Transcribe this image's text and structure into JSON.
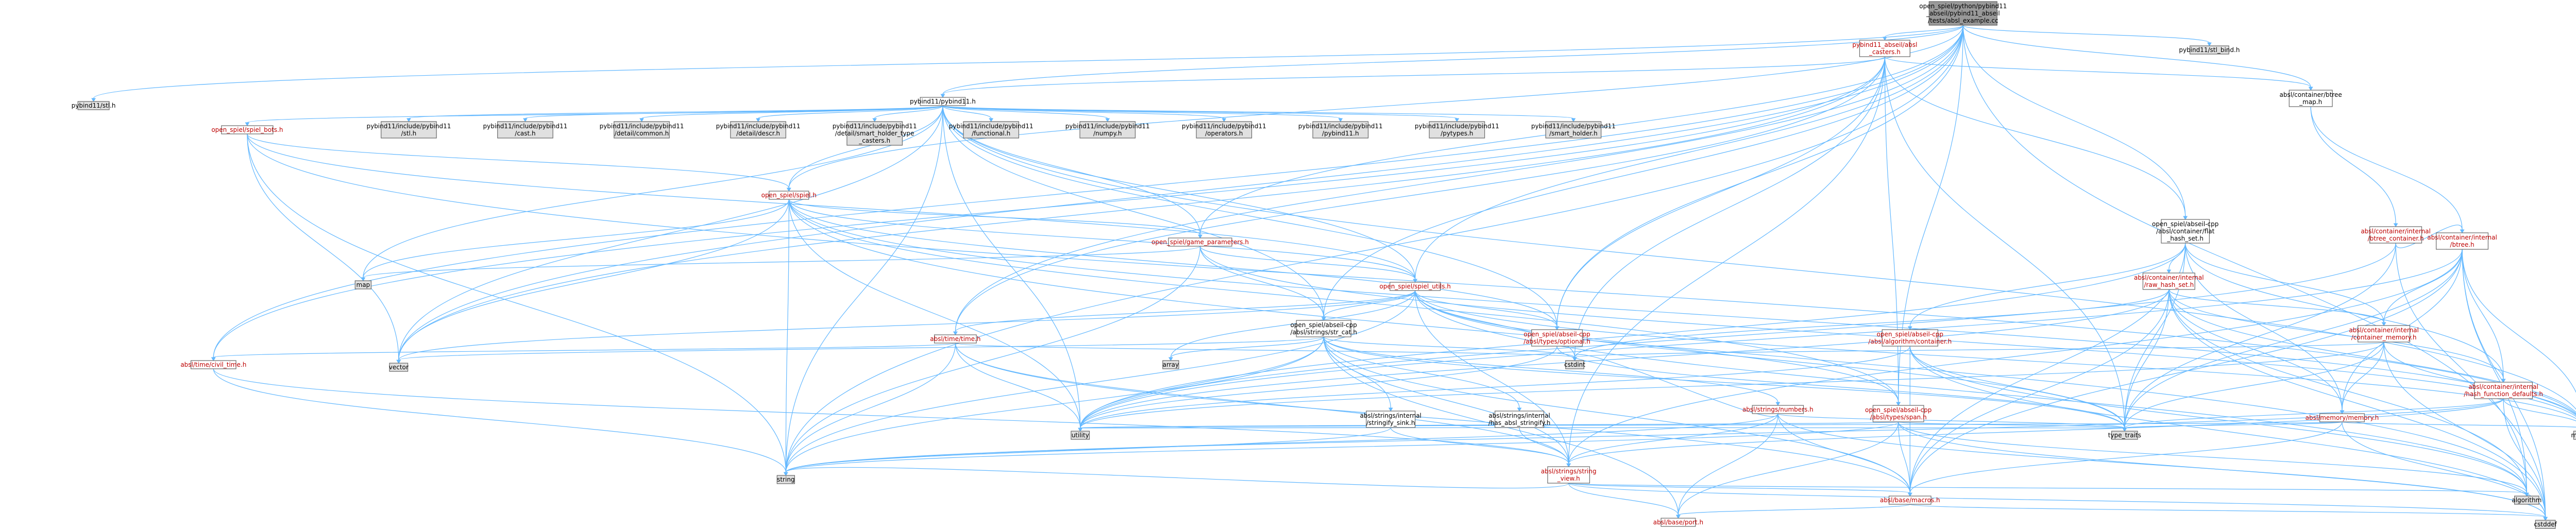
{
  "colors": {
    "edge": "#63b8ff",
    "root_fill": "#999999",
    "gray_fill": "#e0e0e0",
    "white_fill": "#ffffff",
    "red_text": "#bd0000",
    "border": "#666666"
  },
  "nodes": [
    {
      "id": "root",
      "lines": [
        "open_spiel/python/pybind11",
        "_abseil/pybind11_abseil",
        "/tests/absl_example.cc"
      ],
      "style": "root"
    },
    {
      "id": "pb_abseil_casters",
      "lines": [
        "pybind11_abseil/absl",
        "_casters.h"
      ],
      "style": "red"
    },
    {
      "id": "pb_stl_bind",
      "lines": [
        "pybind11/stl_bind.h"
      ],
      "style": "gray"
    },
    {
      "id": "pb_stl",
      "lines": [
        "pybind11/stl.h"
      ],
      "style": "gray"
    },
    {
      "id": "pb_pybind11",
      "lines": [
        "pybind11/pybind11.h"
      ],
      "style": "white"
    },
    {
      "id": "btree_map",
      "lines": [
        "absl/container/btree",
        "_map.h"
      ],
      "style": "white"
    },
    {
      "id": "spiel_bots",
      "lines": [
        "open_spiel/spiel_bots.h"
      ],
      "style": "red"
    },
    {
      "id": "inc_stl",
      "lines": [
        "pybind11/include/pybind11",
        "/stl.h"
      ],
      "style": "gray"
    },
    {
      "id": "inc_cast",
      "lines": [
        "pybind11/include/pybind11",
        "/cast.h"
      ],
      "style": "gray"
    },
    {
      "id": "inc_detail_common",
      "lines": [
        "pybind11/include/pybind11",
        "/detail/common.h"
      ],
      "style": "gray"
    },
    {
      "id": "inc_detail_descr",
      "lines": [
        "pybind11/include/pybind11",
        "/detail/descr.h"
      ],
      "style": "gray"
    },
    {
      "id": "inc_smart_caster",
      "lines": [
        "pybind11/include/pybind11",
        "/detail/smart_holder_type",
        "_casters.h"
      ],
      "style": "gray"
    },
    {
      "id": "inc_functional",
      "lines": [
        "pybind11/include/pybind11",
        "/functional.h"
      ],
      "style": "gray"
    },
    {
      "id": "inc_numpy",
      "lines": [
        "pybind11/include/pybind11",
        "/numpy.h"
      ],
      "style": "gray"
    },
    {
      "id": "inc_operators",
      "lines": [
        "pybind11/include/pybind11",
        "/operators.h"
      ],
      "style": "gray"
    },
    {
      "id": "inc_pybind11",
      "lines": [
        "pybind11/include/pybind11",
        "/pybind11.h"
      ],
      "style": "gray"
    },
    {
      "id": "inc_pytypes",
      "lines": [
        "pybind11/include/pybind11",
        "/pytypes.h"
      ],
      "style": "gray"
    },
    {
      "id": "inc_smart_holder",
      "lines": [
        "pybind11/include/pybind11",
        "/smart_holder.h"
      ],
      "style": "gray"
    },
    {
      "id": "btree_container",
      "lines": [
        "absl/container/internal",
        "/btree_container.h"
      ],
      "style": "red"
    },
    {
      "id": "spiel",
      "lines": [
        "open_spiel/spiel.h"
      ],
      "style": "red"
    },
    {
      "id": "flat_hash_set",
      "lines": [
        "open_spiel/abseil-cpp",
        "/absl/container/flat",
        "_hash_set.h"
      ],
      "style": "white"
    },
    {
      "id": "game_parameters",
      "lines": [
        "open_spiel/game_parameters.h"
      ],
      "style": "red"
    },
    {
      "id": "btree",
      "lines": [
        "absl/container/internal",
        "/btree.h"
      ],
      "style": "red"
    },
    {
      "id": "map",
      "lines": [
        "map"
      ],
      "style": "gray"
    },
    {
      "id": "raw_hash_set",
      "lines": [
        "absl/container/internal",
        "/raw_hash_set.h"
      ],
      "style": "red"
    },
    {
      "id": "spiel_utils",
      "lines": [
        "open_spiel/spiel_utils.h"
      ],
      "style": "red"
    },
    {
      "id": "str_cat",
      "lines": [
        "open_spiel/abseil-cpp",
        "/absl/strings/str_cat.h"
      ],
      "style": "white"
    },
    {
      "id": "optional",
      "lines": [
        "open_spiel/abseil-cpp",
        "/absl/types/optional.h"
      ],
      "style": "red"
    },
    {
      "id": "algorithm_container",
      "lines": [
        "open_spiel/abseil-cpp",
        "/absl/algorithm/container.h"
      ],
      "style": "red"
    },
    {
      "id": "container_memory",
      "lines": [
        "absl/container/internal",
        "/container_memory.h"
      ],
      "style": "red"
    },
    {
      "id": "time",
      "lines": [
        "absl/time/time.h"
      ],
      "style": "red"
    },
    {
      "id": "array",
      "lines": [
        "array"
      ],
      "style": "gray"
    },
    {
      "id": "cstdint",
      "lines": [
        "cstdint"
      ],
      "style": "gray"
    },
    {
      "id": "vector",
      "lines": [
        "vector"
      ],
      "style": "gray"
    },
    {
      "id": "civil_time",
      "lines": [
        "absl/time/civil_time.h"
      ],
      "style": "red"
    },
    {
      "id": "stringify_sink",
      "lines": [
        "absl/strings/internal",
        "/stringify_sink.h"
      ],
      "style": "white"
    },
    {
      "id": "has_absl_stringify",
      "lines": [
        "absl/strings/internal",
        "/has_absl_stringify.h"
      ],
      "style": "white"
    },
    {
      "id": "numbers",
      "lines": [
        "absl/strings/numbers.h"
      ],
      "style": "red"
    },
    {
      "id": "span",
      "lines": [
        "open_spiel/abseil-cpp",
        "/absl/types/span.h"
      ],
      "style": "red"
    },
    {
      "id": "memory_h",
      "lines": [
        "absl/memory/memory.h"
      ],
      "style": "red"
    },
    {
      "id": "hash_function_defaults",
      "lines": [
        "absl/container/internal",
        "/hash_function_defaults.h"
      ],
      "style": "red"
    },
    {
      "id": "utility",
      "lines": [
        "utility"
      ],
      "style": "gray"
    },
    {
      "id": "type_traits",
      "lines": [
        "type_traits"
      ],
      "style": "gray"
    },
    {
      "id": "memory",
      "lines": [
        "memory"
      ],
      "style": "gray"
    },
    {
      "id": "string_view",
      "lines": [
        "absl/strings/string",
        "_view.h"
      ],
      "style": "red"
    },
    {
      "id": "string",
      "lines": [
        "string"
      ],
      "style": "gray"
    },
    {
      "id": "macros",
      "lines": [
        "absl/base/macros.h"
      ],
      "style": "red"
    },
    {
      "id": "algorithm",
      "lines": [
        "algorithm"
      ],
      "style": "gray"
    },
    {
      "id": "cstddef",
      "lines": [
        "cstddef"
      ],
      "style": "gray"
    },
    {
      "id": "port",
      "lines": [
        "absl/base/port.h"
      ],
      "style": "red"
    }
  ],
  "edges": [
    [
      "root",
      "pb_abseil_casters"
    ],
    [
      "root",
      "pb_stl_bind"
    ],
    [
      "root",
      "pb_stl"
    ],
    [
      "root",
      "pb_pybind11"
    ],
    [
      "root",
      "btree_map"
    ],
    [
      "root",
      "flat_hash_set"
    ],
    [
      "root",
      "game_parameters"
    ],
    [
      "root",
      "spiel"
    ],
    [
      "root",
      "spiel_utils"
    ],
    [
      "root",
      "span"
    ],
    [
      "root",
      "str_cat"
    ],
    [
      "root",
      "optional"
    ],
    [
      "root",
      "time"
    ],
    [
      "root",
      "civil_time"
    ],
    [
      "root",
      "vector"
    ],
    [
      "root",
      "string"
    ],
    [
      "root",
      "cstddef"
    ],
    [
      "pb_abseil_casters",
      "pb_pybind11"
    ],
    [
      "pb_abseil_casters",
      "btree_map"
    ],
    [
      "pb_abseil_casters",
      "flat_hash_set"
    ],
    [
      "pb_abseil_casters",
      "civil_time"
    ],
    [
      "pb_abseil_casters",
      "time"
    ],
    [
      "pb_abseil_casters",
      "optional"
    ],
    [
      "pb_abseil_casters",
      "span"
    ],
    [
      "pb_abseil_casters",
      "string_view"
    ],
    [
      "pb_abseil_casters",
      "cstdint"
    ],
    [
      "pb_abseil_casters",
      "type_traits"
    ],
    [
      "pb_abseil_casters",
      "vector"
    ],
    [
      "pb_pybind11",
      "spiel_bots"
    ],
    [
      "pb_pybind11",
      "inc_stl"
    ],
    [
      "pb_pybind11",
      "inc_cast"
    ],
    [
      "pb_pybind11",
      "inc_detail_common"
    ],
    [
      "pb_pybind11",
      "inc_detail_descr"
    ],
    [
      "pb_pybind11",
      "inc_smart_caster"
    ],
    [
      "pb_pybind11",
      "inc_functional"
    ],
    [
      "pb_pybind11",
      "inc_numpy"
    ],
    [
      "pb_pybind11",
      "inc_operators"
    ],
    [
      "pb_pybind11",
      "inc_pybind11"
    ],
    [
      "pb_pybind11",
      "inc_pytypes"
    ],
    [
      "pb_pybind11",
      "inc_smart_holder"
    ],
    [
      "pb_pybind11",
      "spiel"
    ],
    [
      "pb_pybind11",
      "game_parameters"
    ],
    [
      "pb_pybind11",
      "spiel_utils"
    ],
    [
      "pb_pybind11",
      "map"
    ],
    [
      "pb_pybind11",
      "memory"
    ],
    [
      "pb_pybind11",
      "string"
    ],
    [
      "pb_pybind11",
      "vector"
    ],
    [
      "pb_pybind11",
      "utility"
    ],
    [
      "pb_pybind11",
      "optional"
    ],
    [
      "pb_pybind11",
      "str_cat"
    ],
    [
      "btree_map",
      "btree_container"
    ],
    [
      "btree_map",
      "btree"
    ],
    [
      "spiel_bots",
      "spiel"
    ],
    [
      "spiel_bots",
      "spiel_utils"
    ],
    [
      "spiel_bots",
      "vector"
    ],
    [
      "spiel_bots",
      "string"
    ],
    [
      "spiel_bots",
      "memory"
    ],
    [
      "spiel",
      "game_parameters"
    ],
    [
      "spiel",
      "spiel_utils"
    ],
    [
      "spiel",
      "map"
    ],
    [
      "spiel",
      "vector"
    ],
    [
      "spiel",
      "string"
    ],
    [
      "spiel",
      "memory"
    ],
    [
      "spiel",
      "utility"
    ],
    [
      "spiel",
      "span"
    ],
    [
      "spiel",
      "optional"
    ],
    [
      "spiel",
      "algorithm"
    ],
    [
      "btree_container",
      "btree"
    ],
    [
      "btree_container",
      "algorithm"
    ],
    [
      "btree_container",
      "utility"
    ],
    [
      "btree_container",
      "type_traits"
    ],
    [
      "flat_hash_set",
      "raw_hash_set"
    ],
    [
      "flat_hash_set",
      "container_memory"
    ],
    [
      "flat_hash_set",
      "hash_function_defaults"
    ],
    [
      "flat_hash_set",
      "algorithm_container"
    ],
    [
      "flat_hash_set",
      "memory_h"
    ],
    [
      "flat_hash_set",
      "macros"
    ],
    [
      "flat_hash_set",
      "type_traits"
    ],
    [
      "flat_hash_set",
      "utility"
    ],
    [
      "game_parameters",
      "spiel_utils"
    ],
    [
      "game_parameters",
      "map"
    ],
    [
      "game_parameters",
      "string"
    ],
    [
      "game_parameters",
      "memory"
    ],
    [
      "game_parameters",
      "str_cat"
    ],
    [
      "btree",
      "container_memory"
    ],
    [
      "btree",
      "memory_h"
    ],
    [
      "btree",
      "macros"
    ],
    [
      "btree",
      "algorithm"
    ],
    [
      "btree",
      "cstddef"
    ],
    [
      "btree",
      "string_view"
    ],
    [
      "btree",
      "memory"
    ],
    [
      "btree",
      "type_traits"
    ],
    [
      "btree",
      "utility"
    ],
    [
      "btree",
      "hash_function_defaults"
    ],
    [
      "raw_hash_set",
      "container_memory"
    ],
    [
      "raw_hash_set",
      "hash_function_defaults"
    ],
    [
      "raw_hash_set",
      "memory_h"
    ],
    [
      "raw_hash_set",
      "algorithm"
    ],
    [
      "raw_hash_set",
      "cstddef"
    ],
    [
      "raw_hash_set",
      "cstdint"
    ],
    [
      "raw_hash_set",
      "type_traits"
    ],
    [
      "raw_hash_set",
      "utility"
    ],
    [
      "raw_hash_set",
      "memory"
    ],
    [
      "raw_hash_set",
      "macros"
    ],
    [
      "spiel_utils",
      "str_cat"
    ],
    [
      "spiel_utils",
      "optional"
    ],
    [
      "spiel_utils",
      "span"
    ],
    [
      "spiel_utils",
      "time"
    ],
    [
      "spiel_utils",
      "string_view"
    ],
    [
      "spiel_utils",
      "array"
    ],
    [
      "spiel_utils",
      "cstdint"
    ],
    [
      "spiel_utils",
      "vector"
    ],
    [
      "spiel_utils",
      "string"
    ],
    [
      "spiel_utils",
      "memory"
    ],
    [
      "spiel_utils",
      "type_traits"
    ],
    [
      "spiel_utils",
      "algorithm"
    ],
    [
      "str_cat",
      "stringify_sink"
    ],
    [
      "str_cat",
      "has_absl_stringify"
    ],
    [
      "str_cat",
      "numbers"
    ],
    [
      "str_cat",
      "string_view"
    ],
    [
      "str_cat",
      "macros"
    ],
    [
      "str_cat",
      "port"
    ],
    [
      "str_cat",
      "array"
    ],
    [
      "str_cat",
      "cstdint"
    ],
    [
      "str_cat",
      "string"
    ],
    [
      "str_cat",
      "type_traits"
    ],
    [
      "str_cat",
      "utility"
    ],
    [
      "str_cat",
      "vector"
    ],
    [
      "optional",
      "utility"
    ],
    [
      "optional",
      "type_traits"
    ],
    [
      "algorithm_container",
      "algorithm"
    ],
    [
      "algorithm_container",
      "type_traits"
    ],
    [
      "algorithm_container",
      "utility"
    ],
    [
      "algorithm_container",
      "macros"
    ],
    [
      "algorithm_container",
      "cstddef"
    ],
    [
      "container_memory",
      "memory_h"
    ],
    [
      "container_memory",
      "utility"
    ],
    [
      "container_memory",
      "type_traits"
    ],
    [
      "container_memory",
      "memory"
    ],
    [
      "container_memory",
      "cstddef"
    ],
    [
      "container_memory",
      "cstdint"
    ],
    [
      "time",
      "civil_time"
    ],
    [
      "time",
      "string_view"
    ],
    [
      "time",
      "macros"
    ],
    [
      "time",
      "cstdint"
    ],
    [
      "time",
      "string"
    ],
    [
      "time",
      "utility"
    ],
    [
      "civil_time",
      "string_view"
    ],
    [
      "civil_time",
      "string"
    ],
    [
      "stringify_sink",
      "string_view"
    ],
    [
      "stringify_sink",
      "string"
    ],
    [
      "stringify_sink",
      "utility"
    ],
    [
      "has_absl_stringify",
      "string_view"
    ],
    [
      "has_absl_stringify",
      "type_traits"
    ],
    [
      "has_absl_stringify",
      "utility"
    ],
    [
      "numbers",
      "string_view"
    ],
    [
      "numbers",
      "macros"
    ],
    [
      "numbers",
      "port"
    ],
    [
      "numbers",
      "string"
    ],
    [
      "numbers",
      "type_traits"
    ],
    [
      "numbers",
      "cstddef"
    ],
    [
      "numbers",
      "cstdint"
    ],
    [
      "span",
      "macros"
    ],
    [
      "span",
      "algorithm"
    ],
    [
      "span",
      "cstddef"
    ],
    [
      "span",
      "string"
    ],
    [
      "span",
      "type_traits"
    ],
    [
      "span",
      "utility"
    ],
    [
      "span",
      "port"
    ],
    [
      "memory_h",
      "macros"
    ],
    [
      "memory_h",
      "memory"
    ],
    [
      "memory_h",
      "utility"
    ],
    [
      "memory_h",
      "type_traits"
    ],
    [
      "memory_h",
      "cstddef"
    ],
    [
      "hash_function_defaults",
      "string_view"
    ],
    [
      "hash_function_defaults",
      "memory"
    ],
    [
      "hash_function_defaults",
      "type_traits"
    ],
    [
      "hash_function_defaults",
      "cstddef"
    ],
    [
      "hash_function_defaults",
      "string"
    ],
    [
      "string_view",
      "macros"
    ],
    [
      "string_view",
      "port"
    ],
    [
      "string_view",
      "algorithm"
    ],
    [
      "string_view",
      "cstddef"
    ],
    [
      "string_view",
      "string"
    ],
    [
      "macros",
      "cstddef"
    ],
    [
      "macros",
      "port"
    ]
  ]
}
